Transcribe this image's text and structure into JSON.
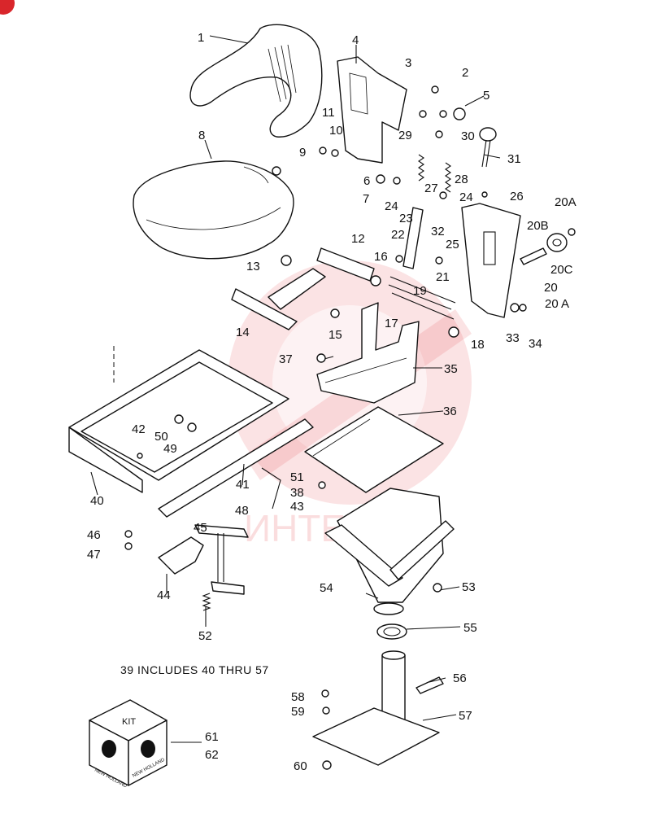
{
  "diagram": {
    "note": "39 INCLUDES 40 THRU 57",
    "kit": {
      "label": "KIT",
      "brand": "NEW HOLLAND",
      "part_numbers": [
        "61",
        "62"
      ]
    },
    "watermark_text": "ИНТЕХ",
    "colors": {
      "line": "#111111",
      "watermark": "#e0262b"
    },
    "callouts": [
      {
        "id": "c1",
        "text": "1"
      },
      {
        "id": "c2",
        "text": "2"
      },
      {
        "id": "c3",
        "text": "3"
      },
      {
        "id": "c4",
        "text": "4"
      },
      {
        "id": "c5",
        "text": "5"
      },
      {
        "id": "c6",
        "text": "6"
      },
      {
        "id": "c7",
        "text": "7"
      },
      {
        "id": "c8",
        "text": "8"
      },
      {
        "id": "c9",
        "text": "9"
      },
      {
        "id": "c10",
        "text": "10"
      },
      {
        "id": "c11",
        "text": "11"
      },
      {
        "id": "c12",
        "text": "12"
      },
      {
        "id": "c13",
        "text": "13"
      },
      {
        "id": "c14",
        "text": "14"
      },
      {
        "id": "c15",
        "text": "15"
      },
      {
        "id": "c16",
        "text": "16"
      },
      {
        "id": "c17",
        "text": "17"
      },
      {
        "id": "c18",
        "text": "18"
      },
      {
        "id": "c19",
        "text": "19"
      },
      {
        "id": "c20",
        "text": "20"
      },
      {
        "id": "c20a1",
        "text": "20A"
      },
      {
        "id": "c20a2",
        "text": "20 A"
      },
      {
        "id": "c20b",
        "text": "20B"
      },
      {
        "id": "c20c",
        "text": "20C"
      },
      {
        "id": "c21",
        "text": "21"
      },
      {
        "id": "c22",
        "text": "22"
      },
      {
        "id": "c23",
        "text": "23"
      },
      {
        "id": "c24a",
        "text": "24"
      },
      {
        "id": "c24b",
        "text": "24"
      },
      {
        "id": "c25",
        "text": "25"
      },
      {
        "id": "c26",
        "text": "26"
      },
      {
        "id": "c27",
        "text": "27"
      },
      {
        "id": "c28",
        "text": "28"
      },
      {
        "id": "c29",
        "text": "29"
      },
      {
        "id": "c30",
        "text": "30"
      },
      {
        "id": "c31",
        "text": "31"
      },
      {
        "id": "c32",
        "text": "32"
      },
      {
        "id": "c33",
        "text": "33"
      },
      {
        "id": "c34",
        "text": "34"
      },
      {
        "id": "c35",
        "text": "35"
      },
      {
        "id": "c36",
        "text": "36"
      },
      {
        "id": "c37",
        "text": "37"
      },
      {
        "id": "c38",
        "text": "38"
      },
      {
        "id": "c40",
        "text": "40"
      },
      {
        "id": "c41",
        "text": "41"
      },
      {
        "id": "c42",
        "text": "42"
      },
      {
        "id": "c43",
        "text": "43"
      },
      {
        "id": "c44",
        "text": "44"
      },
      {
        "id": "c45",
        "text": "45"
      },
      {
        "id": "c46",
        "text": "46"
      },
      {
        "id": "c47",
        "text": "47"
      },
      {
        "id": "c48",
        "text": "48"
      },
      {
        "id": "c49",
        "text": "49"
      },
      {
        "id": "c50",
        "text": "50"
      },
      {
        "id": "c51",
        "text": "51"
      },
      {
        "id": "c52",
        "text": "52"
      },
      {
        "id": "c53",
        "text": "53"
      },
      {
        "id": "c54",
        "text": "54"
      },
      {
        "id": "c55",
        "text": "55"
      },
      {
        "id": "c56",
        "text": "56"
      },
      {
        "id": "c57",
        "text": "57"
      },
      {
        "id": "c58",
        "text": "58"
      },
      {
        "id": "c59",
        "text": "59"
      },
      {
        "id": "c60",
        "text": "60"
      }
    ]
  }
}
